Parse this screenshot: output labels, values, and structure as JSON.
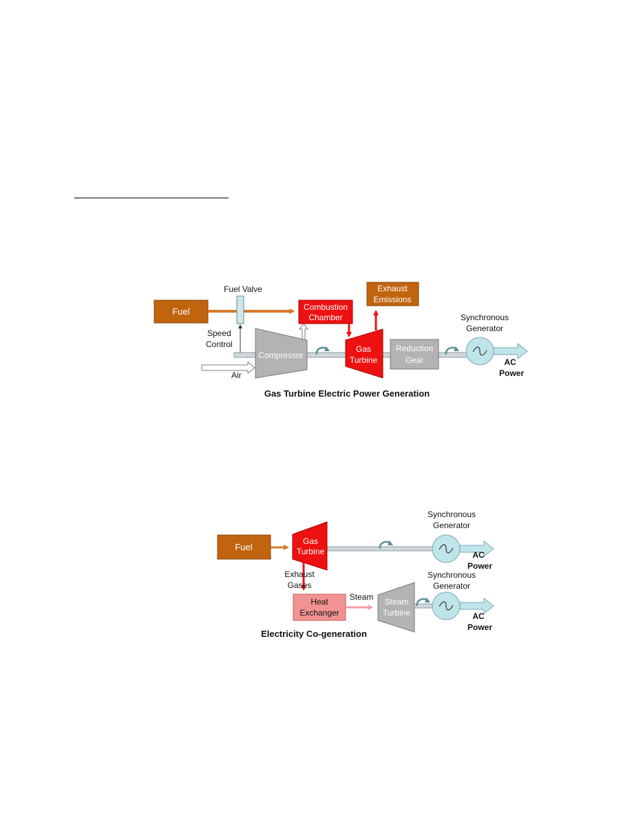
{
  "diagram1": {
    "fuel": "Fuel",
    "fuel_valve": "Fuel Valve",
    "combustion_l1": "Combustion",
    "combustion_l2": "Chamber",
    "exhaust_l1": "Exhaust",
    "exhaust_l2": "Emissions",
    "speed_l1": "Speed",
    "speed_l2": "Control",
    "air": "Air",
    "compressor": "Compressor",
    "turbine_l1": "Gas",
    "turbine_l2": "Turbine",
    "gear_l1": "Reduction",
    "gear_l2": "Gear",
    "generator_l1": "Synchronous",
    "generator_l2": "Generator",
    "ac_l1": "AC",
    "ac_l2": "Power",
    "caption": "Gas Turbine Electric Power Generation"
  },
  "diagram2": {
    "fuel": "Fuel",
    "turbine_l1": "Gas",
    "turbine_l2": "Turbine",
    "generator1_l1": "Synchronous",
    "generator1_l2": "Generator",
    "ac1_l1": "AC",
    "ac1_l2": "Power",
    "exhaust_l1": "Exhaust",
    "exhaust_l2": "Gases",
    "heat_l1": "Heat",
    "heat_l2": "Exchanger",
    "steam": "Steam",
    "steam_turbine_l1": "Steam",
    "steam_turbine_l2": "Turbine",
    "generator2_l1": "Synchronous",
    "generator2_l2": "Generator",
    "ac2_l1": "AC",
    "ac2_l2": "Power",
    "caption": "Electricity Co-generation"
  },
  "colors": {
    "fuel": "#c0640f",
    "fuel_line": "#d77a2b",
    "red": "#ee1111",
    "gray": "#b3b3b3",
    "generator": "#bfe4ea",
    "heat_exchanger": "#f29393",
    "steam_line": "#f3a0a0"
  }
}
